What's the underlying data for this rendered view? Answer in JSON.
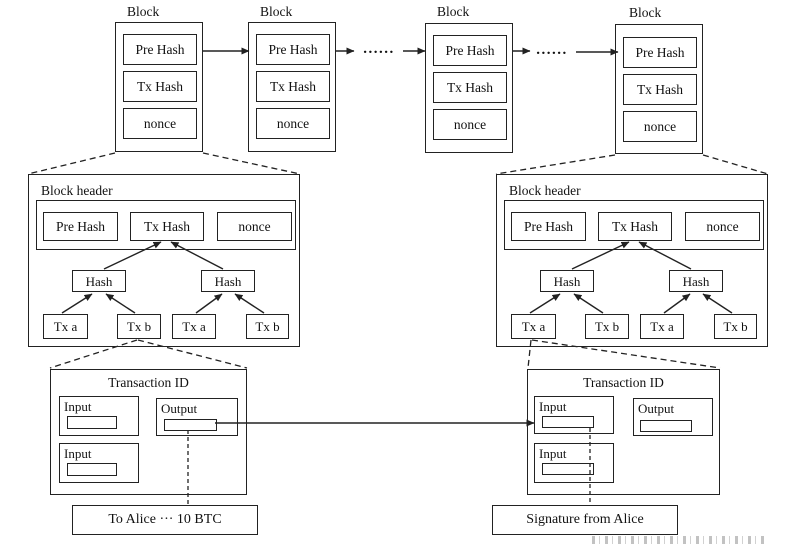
{
  "chain": {
    "blocks": [
      {
        "title": "Block",
        "fields": [
          "Pre Hash",
          "Tx Hash",
          "nonce"
        ]
      },
      {
        "title": "Block",
        "fields": [
          "Pre Hash",
          "Tx Hash",
          "nonce"
        ]
      },
      {
        "title": "Block",
        "fields": [
          "Pre Hash",
          "Tx Hash",
          "nonce"
        ]
      },
      {
        "title": "Block",
        "fields": [
          "Pre Hash",
          "Tx Hash",
          "nonce"
        ]
      }
    ],
    "ellipsis1": "......",
    "ellipsis2": "......"
  },
  "headers": [
    {
      "title": "Block header",
      "fields": [
        "Pre Hash",
        "Tx Hash",
        "nonce"
      ],
      "hashes": [
        "Hash",
        "Hash"
      ],
      "leaves": [
        "Tx a",
        "Tx b",
        "Tx a",
        "Tx b"
      ]
    },
    {
      "title": "Block header",
      "fields": [
        "Pre Hash",
        "Tx Hash",
        "nonce"
      ],
      "hashes": [
        "Hash",
        "Hash"
      ],
      "leaves": [
        "Tx a",
        "Tx b",
        "Tx a",
        "Tx b"
      ]
    }
  ],
  "transactions": [
    {
      "title": "Transaction ID",
      "input1": "Input",
      "input2": "Input",
      "output": "Output",
      "annotation": "To Alice ··· 10 BTC"
    },
    {
      "title": "Transaction ID",
      "input1": "Input",
      "input2": "Input",
      "output": "Output",
      "annotation": "Signature from Alice"
    }
  ],
  "colors": {
    "line": "#222222",
    "background": "#ffffff"
  }
}
